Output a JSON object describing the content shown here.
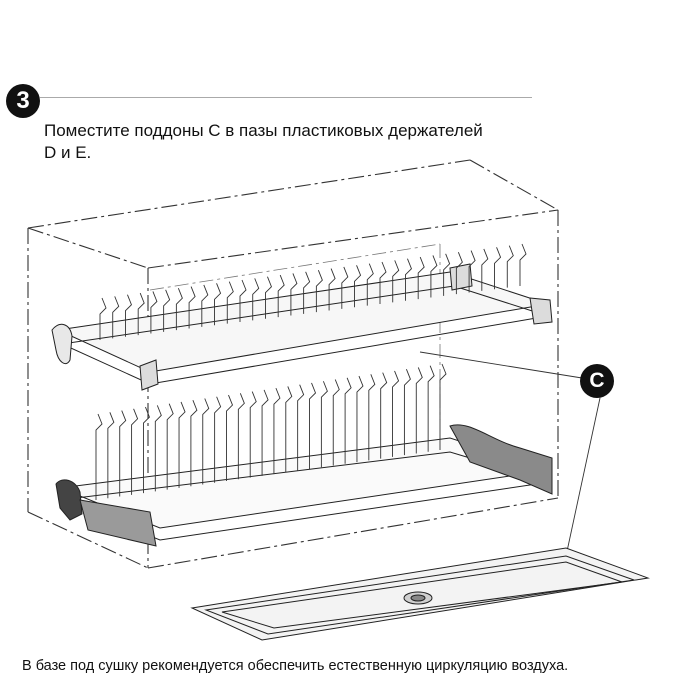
{
  "step": {
    "number": "3",
    "instruction": "Поместите поддоны C в пазы пластиковых держателей D и E."
  },
  "illustration": {
    "callout_label": "C",
    "parts": [
      "cabinet-outline",
      "upper-plate-rack",
      "lower-plate-rack",
      "drip-tray"
    ]
  },
  "footnote": "В базе под сушку рекомендуется обеспечить естественную циркуляцию воздуха.",
  "colors": {
    "ink": "#111111",
    "rule": "#aaaaaa",
    "background": "#ffffff"
  }
}
